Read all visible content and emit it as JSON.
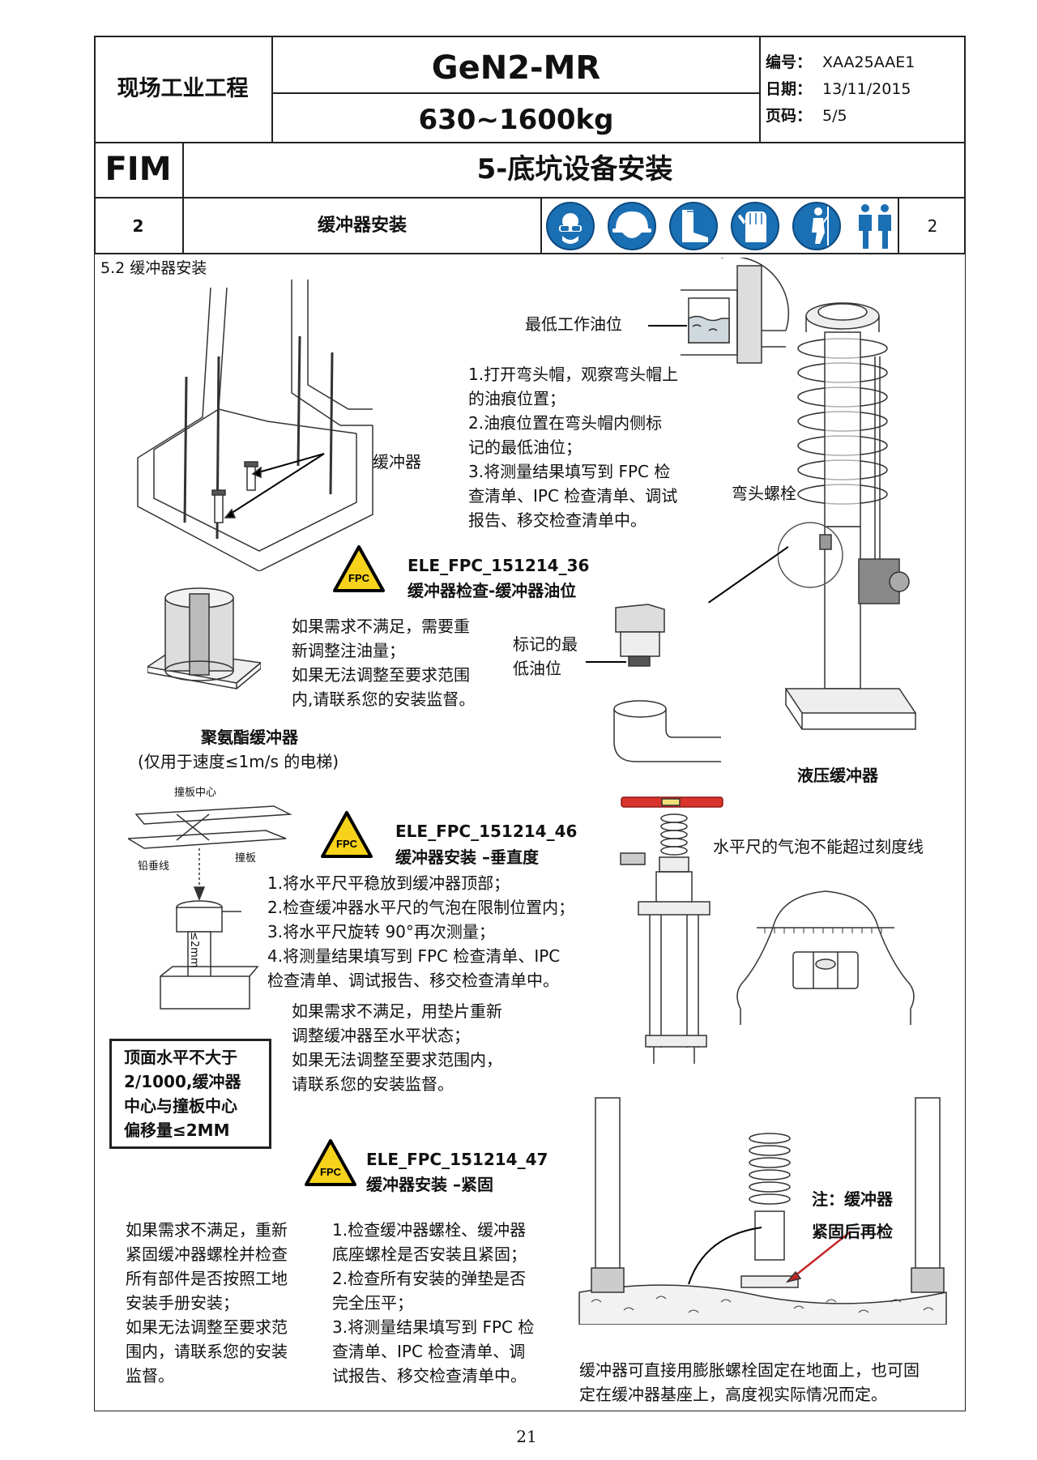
{
  "header": {
    "dept": "现场工业工程",
    "product": "GeN2-MR",
    "capacity": "630~1600kg",
    "code_label": "编号：",
    "code": "XAA25AAE1",
    "date_label": "日期：",
    "date": "13/11/2015",
    "page_label": "页码：",
    "page": "5/5",
    "fim": "FIM",
    "section_title": "5-底坑设备安装",
    "sub_no": "2",
    "sub_title": "缓冲器安装",
    "people_count": "2",
    "ppe_icons": [
      "safety-glasses-icon",
      "hard-hat-icon",
      "safety-boots-icon",
      "gloves-icon",
      "harness-icon"
    ]
  },
  "content": {
    "section_heading": "5.2  缓冲器安装",
    "label_buffer": "缓冲器",
    "label_min_oil": "最低工作油位",
    "oil_steps": "1.打开弯头帽，观察弯头帽上\n的油痕位置；\n2.油痕位置在弯头帽内侧标\n记的最低油位；\n3.将测量结果填写到 FPC 检\n查清单、IPC 检查清单、调试\n报告、移交检查清单中。",
    "label_elbow_bolt": "弯头螺栓",
    "fpc_label": "FPC",
    "fpc36_id": "ELE_FPC_151214_36",
    "fpc36_title": "缓冲器检查-缓冲器油位",
    "fpc36_note": "如果需求不满足，需要重\n新调整注油量；\n如果无法调整至要求范围\n内,请联系您的安装监督。",
    "label_marked_min_oil": "标记的最\n低油位",
    "pu_buffer_title": "聚氨酯缓冲器",
    "pu_buffer_note": "(仅用于速度≤1m/s 的电梯)",
    "hydraulic_buffer": "液压缓冲器",
    "diagram_striker_center": "撞板中心",
    "diagram_striker": "撞板",
    "diagram_plumb": "铅垂线",
    "diagram_2mm": "≤2mm",
    "fpc46_id": "ELE_FPC_151214_46",
    "fpc46_title": "缓冲器安装  –垂直度",
    "level_note": "水平尺的气泡不能超过刻度线",
    "fpc46_steps": "1.将水平尺平稳放到缓冲器顶部；\n2.检查缓冲器水平尺的气泡在限制位置内；\n3.将水平尺旋转 90°再次测量；\n4.将测量结果填写到 FPC 检查清单、IPC\n检查清单、调试报告、移交检查清单中。",
    "fpc46_note": "如果需求不满足，用垫片重新\n调整缓冲器至水平状态；\n如果无法调整至要求范围内，\n请联系您的安装监督。",
    "tolerance_box": "顶面水平不大于\n2/1000,缓冲器\n中心与撞板中心\n偏移量≤2MM",
    "fpc47_id": "ELE_FPC_151214_47",
    "fpc47_title": "缓冲器安装  –紧固",
    "fpc47_note_left": "如果需求不满足，重新\n紧固缓冲器螺栓并检查\n所有部件是否按照工地\n安装手册安装；\n如果无法调整至要求范\n围内，请联系您的安装\n监督。",
    "fpc47_steps": "1.检查缓冲器螺栓、缓冲器\n底座螺栓是否安装且紧固；\n2.检查所有安装的弹垫是否\n完全压平；\n3.将测量结果填写到 FPC 检\n查清单、IPC 检查清单、调\n试报告、移交检查清单中。",
    "recheck_note": "注：缓冲器\n紧固后再检",
    "mount_note": "缓冲器可直接用膨胀螺栓固定在地面上，也可固\n定在缓冲器基座上，高度视实际情况而定。"
  },
  "footer": {
    "page_number": "21"
  }
}
